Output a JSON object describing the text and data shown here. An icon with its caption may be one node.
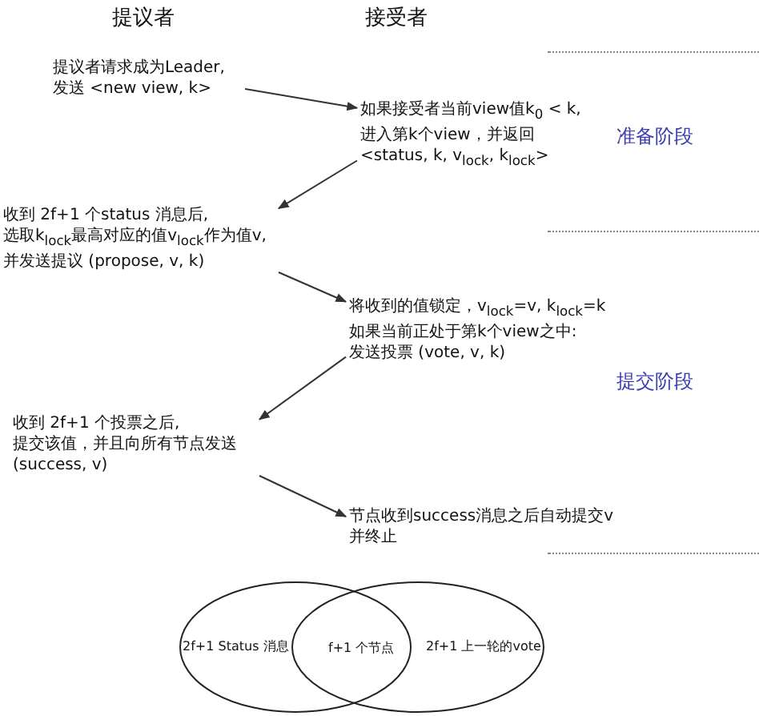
{
  "diagram": {
    "nodes": [
      {
        "text": [
          "提议者请求成为Leader, 发送 <new view, k>"
        ]
      },
      {
        "text": [
          "如果接受者当前view值k$_{0}$ < k, 进入第k个view，并返回 <status, k, v$_{lock}$, k$_{lock}$>"
        ]
      },
      {
        "text": [
          "收到 2f+1 个status 消息后, 选取k$_{lock}$最高对应的值v$_{lock}$作为值v, 并发送提议 (propose, v, k)"
        ]
      },
      {
        "text": [
          "将收到的值锁定，v$_{lock}$=v, k$_{lock}$=k 如果当前正处于第k个view之中: 发送投票 (vote, v, k)"
        ]
      },
      {
        "text": [
          "收到 2f+1 个投票之后, 提交该值，并且向所有节点发送 (success, v)"
        ]
      },
      {
        "text": [
          "节点收到success消息之后自动提交v 并终止"
        ]
      },
      {
        "text": [
          "2f+1 Status 消息"
        ]
      },
      {
        "text": [
          "2f+1 上一轮的vote"
        ]
      }
    ],
    "edges": [
      {
        "from": 0,
        "to": 1,
        "arrow": "to"
      },
      {
        "from": 1,
        "to": 2,
        "arrow": "to"
      },
      {
        "from": 2,
        "to": 3,
        "arrow": "to"
      },
      {
        "from": 3,
        "to": 4,
        "arrow": "to"
      },
      {
        "from": 4,
        "to": 5,
        "arrow": "to"
      }
    ],
    "labels": [
      "提议者",
      "接受者",
      "准备阶段",
      "提交阶段",
      "f+1 个节点"
    ]
  }
}
